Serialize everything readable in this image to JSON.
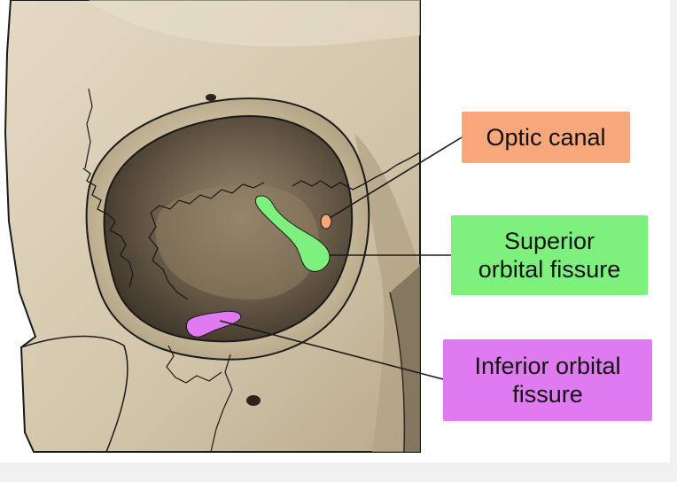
{
  "labels": {
    "optic_canal": "Optic canal",
    "superior_orbital_fissure": "Superior\norbital fissure",
    "inferior_orbital_fissure": "Inferior orbital\nfissure"
  },
  "colors": {
    "optic_canal": "#f8a77a",
    "superior_orbital_fissure": "#7ef07e",
    "inferior_orbital_fissure": "#e07af0",
    "bone": "#d8ccb4",
    "orbit_cavity": "#6b5e4c",
    "outline": "#1a1a1a"
  }
}
